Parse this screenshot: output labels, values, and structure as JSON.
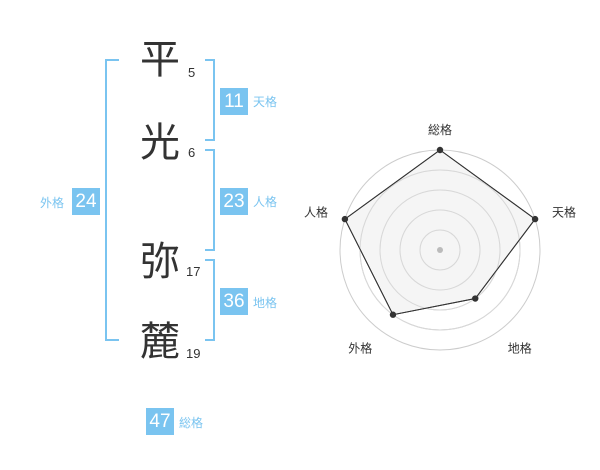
{
  "name": {
    "chars": [
      {
        "char": "平",
        "strokes": "5"
      },
      {
        "char": "光",
        "strokes": "6"
      },
      {
        "char": "弥",
        "strokes": "17"
      },
      {
        "char": "麓",
        "strokes": "19"
      }
    ]
  },
  "fortunes": {
    "tenkaku": {
      "label": "天格",
      "value": "11"
    },
    "jinkaku": {
      "label": "人格",
      "value": "23"
    },
    "chikaku": {
      "label": "地格",
      "value": "36"
    },
    "gaikaku": {
      "label": "外格",
      "value": "24"
    },
    "soukaku": {
      "label": "総格",
      "value": "47"
    }
  },
  "radar": {
    "axes": [
      "総格",
      "天格",
      "地格",
      "外格",
      "人格"
    ],
    "levels": 5
  },
  "chart_data": {
    "type": "radar",
    "categories": [
      "総格",
      "天格",
      "地格",
      "外格",
      "人格"
    ],
    "values": [
      5,
      5,
      3,
      4,
      5
    ],
    "ylim": [
      0,
      5
    ]
  },
  "colors": {
    "accent": "#7ac4f0",
    "text": "#333333",
    "radar_fill": "#f2f2f2",
    "grid": "#cccccc"
  }
}
